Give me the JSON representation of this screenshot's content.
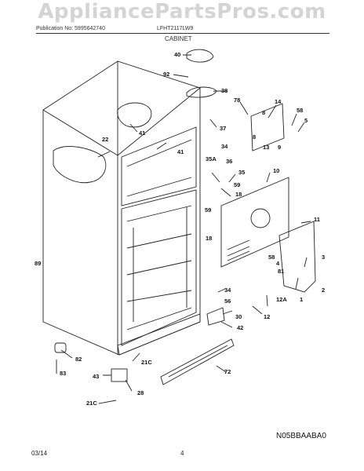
{
  "watermark": "AppliancePartsPros.com",
  "header": {
    "publication": "Publication No: 5995642740",
    "model": "LFHT2117LW9",
    "section": "CABINET"
  },
  "diagram_code": "N05BBAABA0",
  "footer": {
    "date": "03/14",
    "page": "4"
  },
  "part_labels": [
    "40",
    "92",
    "38",
    "78",
    "14",
    "58",
    "8",
    "5",
    "37",
    "8",
    "13",
    "9",
    "22",
    "41",
    "41",
    "34",
    "36",
    "35A",
    "35",
    "10",
    "59",
    "18",
    "59",
    "11",
    "18",
    "58",
    "4",
    "3",
    "89",
    "2",
    "81",
    "12A",
    "1",
    "34",
    "56",
    "30",
    "42",
    "12",
    "82",
    "83",
    "21C",
    "43",
    "28",
    "72",
    "21C"
  ]
}
